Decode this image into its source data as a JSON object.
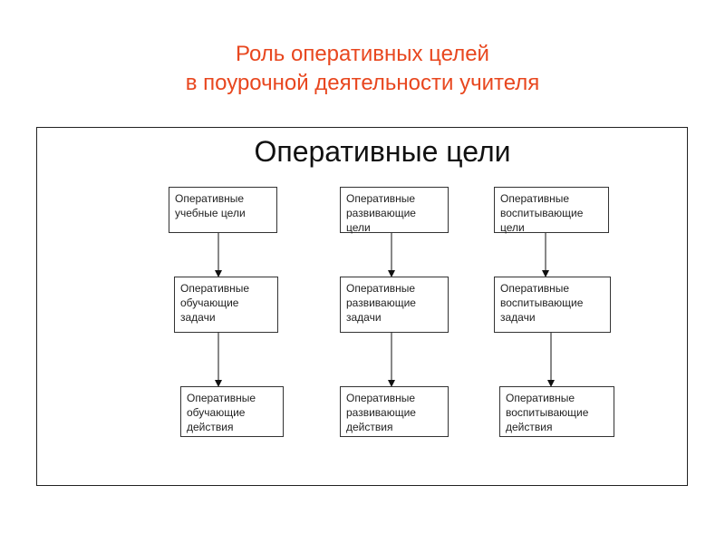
{
  "title": {
    "line1": "Роль оперативных целей",
    "line2": "в поурочной деятельности учителя"
  },
  "diagram": {
    "heading": "Оперативные цели",
    "colors": {
      "title": "#e8471f",
      "border": "#333333"
    },
    "columns": [
      {
        "goal": [
          "Оперативные",
          "учебные цели"
        ],
        "task": [
          "Оперативные",
          "обучающие",
          "задачи"
        ],
        "action": [
          "Оперативные",
          "обучающие",
          "действия"
        ]
      },
      {
        "goal": [
          "Оперативные",
          "развивающие",
          "цели"
        ],
        "task": [
          "Оперативные",
          "развивающие",
          "задачи"
        ],
        "action": [
          "Оперативные",
          "развивающие",
          "действия"
        ]
      },
      {
        "goal": [
          "Оперативные",
          "воспитывающие",
          "цели"
        ],
        "task": [
          "Оперативные",
          "воспитывающие",
          "задачи"
        ],
        "action": [
          "Оперативные",
          "воспитывающие",
          "действия"
        ]
      }
    ]
  }
}
